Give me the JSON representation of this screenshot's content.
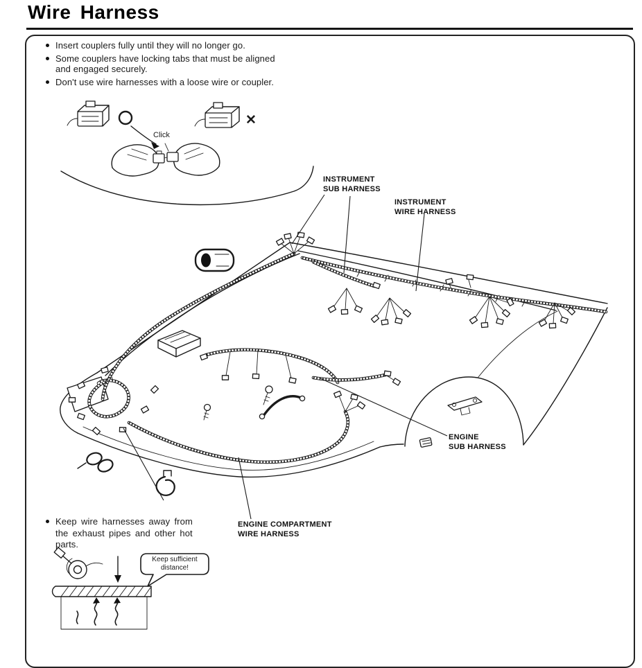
{
  "page": {
    "title": "Wire Harness"
  },
  "notes": {
    "items": [
      "Insert couplers fully until they will no longer go.",
      "Some couplers have locking tabs that must be aligned\nand engaged securely.",
      "Don't use wire harnesses with a loose wire or coupler."
    ]
  },
  "inset": {
    "click": "Click",
    "wrong_mark": "✕"
  },
  "diagram": {
    "labels": {
      "instrument_sub": {
        "line1": "INSTRUMENT",
        "line2": "SUB HARNESS"
      },
      "instrument_wire": {
        "line1": "INSTRUMENT",
        "line2": "WIRE HARNESS"
      },
      "engine_sub": {
        "line1": "ENGINE",
        "line2": "SUB HARNESS"
      },
      "engine_compartment": {
        "line1": "ENGINE COMPARTMENT",
        "line2": "WIRE HARNESS"
      }
    }
  },
  "caution": {
    "text": "Keep wire harnesses away from\nthe exhaust pipes and other hot\nparts.",
    "bubble": {
      "line1": "Keep sufficient",
      "line2": "distance!"
    }
  },
  "colors": {
    "ink": "#1a1a1a",
    "paper": "#ffffff"
  }
}
